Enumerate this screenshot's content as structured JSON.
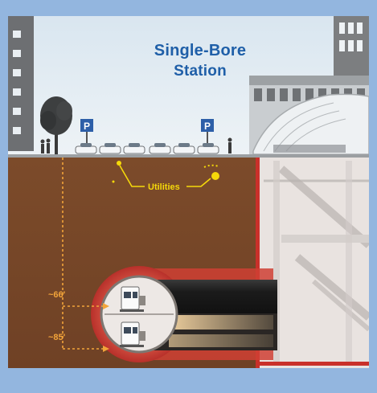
{
  "diagram": {
    "title_line1": "Single-Bore",
    "title_line2": "Station",
    "utilities_label": "Utilities",
    "parking_sign_1": "P",
    "parking_sign_2": "P",
    "depth_upper": "~66'",
    "depth_lower": "~85'"
  },
  "colors": {
    "sky": "#e3ecf3",
    "soil": "#7a4a2a",
    "tunnel_glow": "#d8473a",
    "annotation": "#f2a43a",
    "utility_yellow": "#f5d90a",
    "title_blue": "#1f5fa8",
    "frame_blue": "#93b6df"
  },
  "icons": [
    "parking-sign-icon",
    "tree-icon",
    "car-icon",
    "pedestrian-icon",
    "train-car-icon"
  ]
}
